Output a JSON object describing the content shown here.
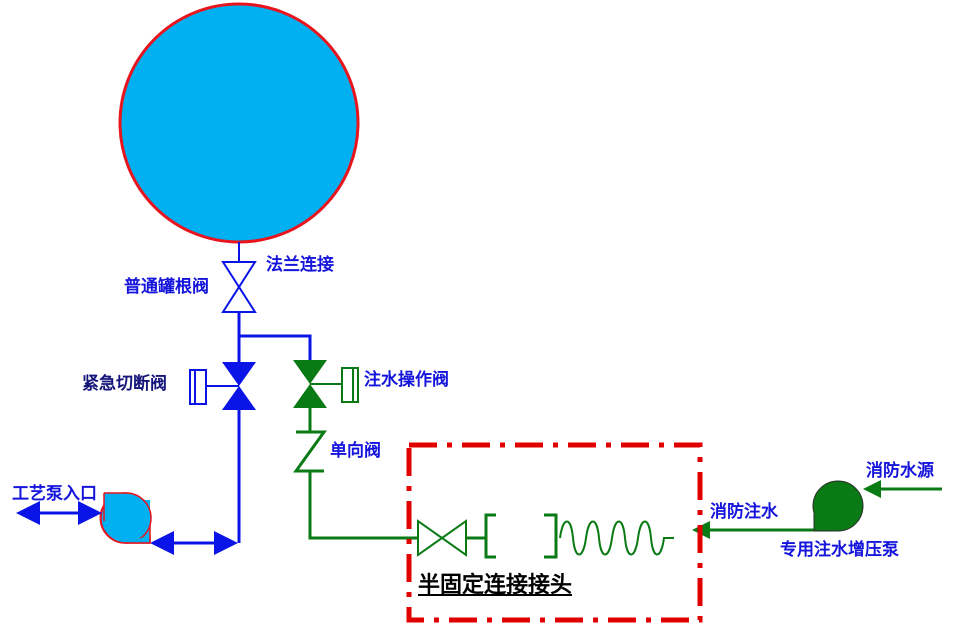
{
  "labels": {
    "flange": "法兰连接",
    "tank_root_valve": "普通罐根阀",
    "emergency_valve": "紧急切断阀",
    "fill_valve": "注水操作阀",
    "check_valve": "单向阀",
    "process_pump_inlet": "工艺泵入口",
    "fire_water_injection": "消防注水",
    "fire_water_source": "消防水源",
    "booster_pump": "专用注水增压泵",
    "semi_fixed_joint": "半固定连接接头"
  },
  "colors": {
    "tank_fill": "#00b0f0",
    "tank_border": "#e8141e",
    "blue_line": "#0a14e6",
    "green_line": "#0a7a14",
    "dashed_box": "#e00000"
  }
}
